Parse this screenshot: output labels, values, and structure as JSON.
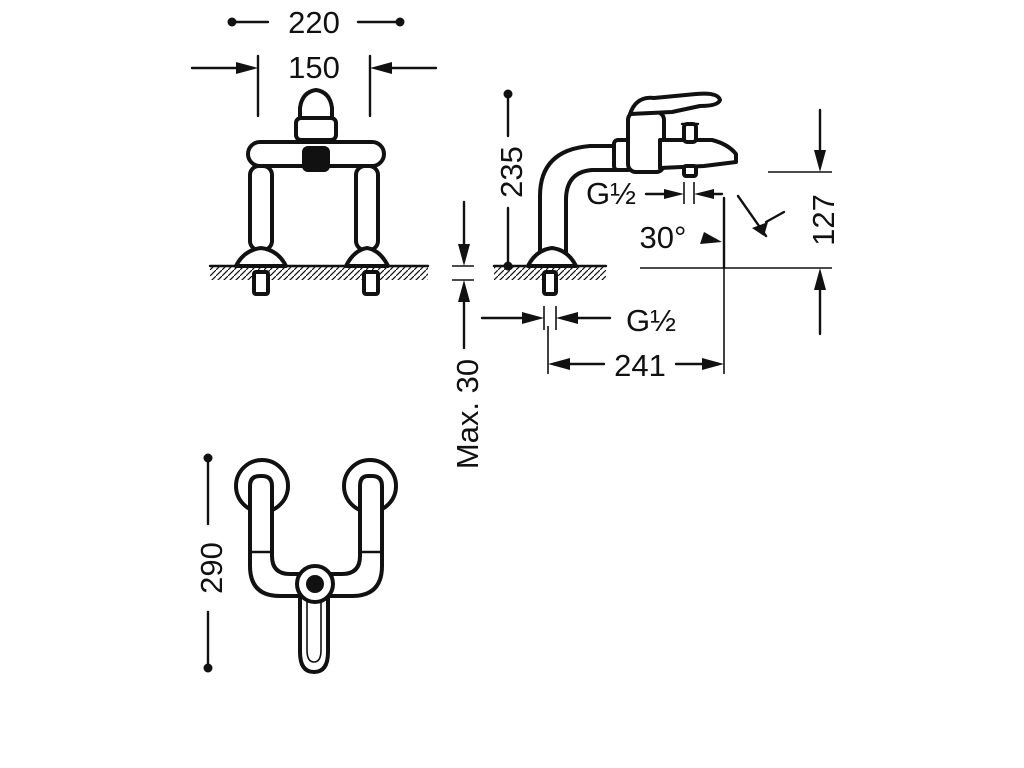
{
  "drawing": {
    "dimensions": {
      "overall_width": "220",
      "centers": "150",
      "height": "235",
      "thread_outlet": "G½",
      "angle": "30°",
      "spout_height": "127",
      "thread_inlet": "G½",
      "projection": "241",
      "max_deck": "Max. 30",
      "depth": "290"
    },
    "colors": {
      "line": "#111111",
      "background": "#ffffff"
    }
  }
}
